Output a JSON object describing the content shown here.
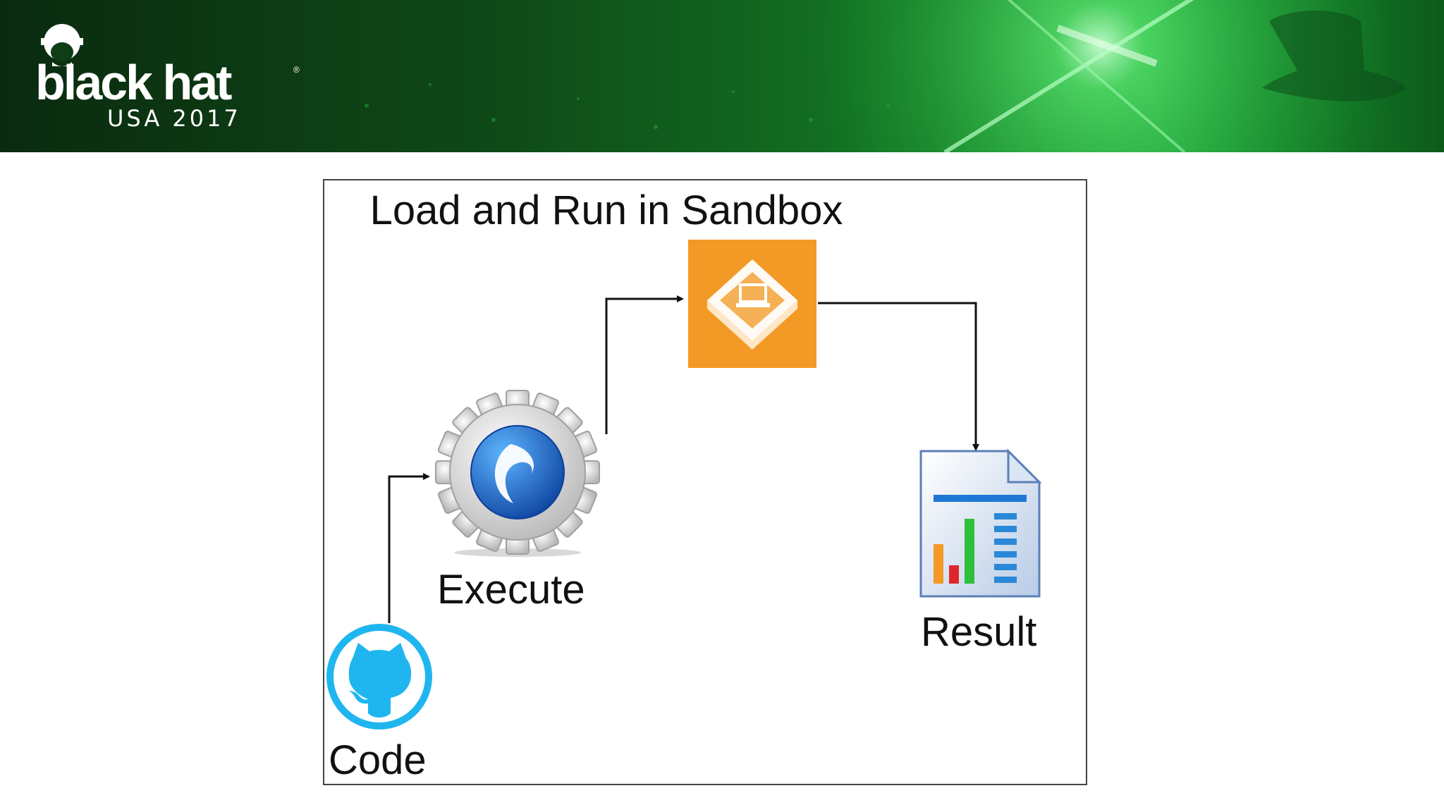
{
  "banner": {
    "logo_word": "black hat",
    "logo_sub": "USA 2017",
    "logo_mark": "®"
  },
  "diagram": {
    "title": "Load and Run in Sandbox",
    "nodes": {
      "code": {
        "label": "Code",
        "icon": "github-octocat-icon"
      },
      "execute": {
        "label": "Execute",
        "icon": "gear-icon"
      },
      "sandbox": {
        "label": "",
        "icon": "sandbox-instance-icon"
      },
      "result": {
        "label": "Result",
        "icon": "report-chart-icon"
      }
    }
  },
  "colors": {
    "banner_green": "#137a25",
    "sandbox_orange": "#f39a26",
    "github_blue": "#1fb6ef",
    "gear_globe_blue": "#1f6fc7"
  }
}
